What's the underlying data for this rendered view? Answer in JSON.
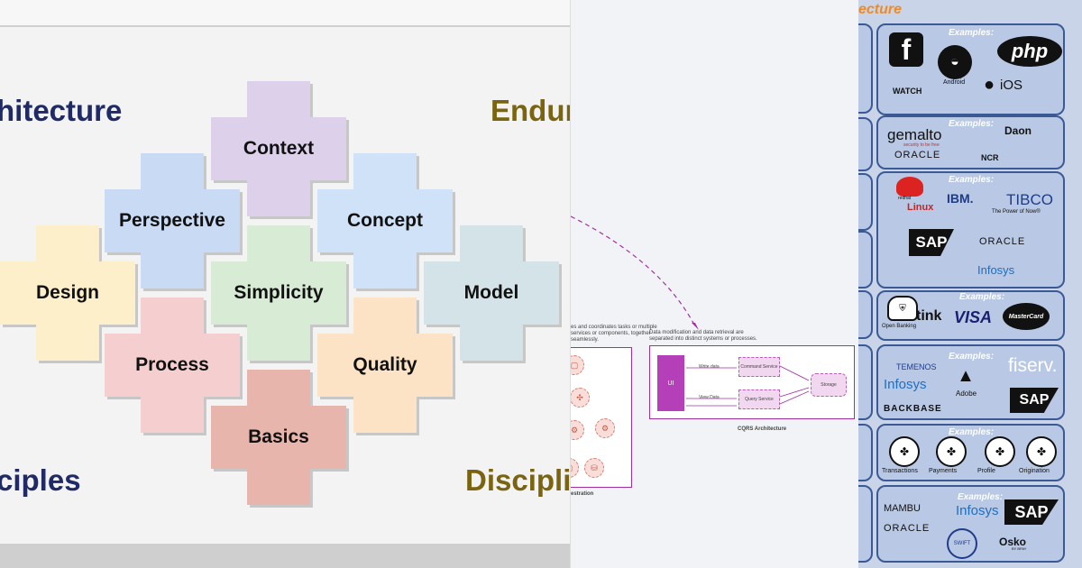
{
  "left": {
    "corner_texts": {
      "top_left": "hitecture",
      "top_right": "Endur",
      "bottom_left": "ciples",
      "bottom_right": "Discipli"
    },
    "crosses": [
      {
        "label": "Context",
        "color": "#ddd0ea"
      },
      {
        "label": "Perspective",
        "color": "#c9daf5"
      },
      {
        "label": "Concept",
        "color": "#cfe2f7"
      },
      {
        "label": "Design",
        "color": "#fcefc9"
      },
      {
        "label": "Simplicity",
        "color": "#d8ecd5"
      },
      {
        "label": "Model",
        "color": "#d4e3e8"
      },
      {
        "label": "Process",
        "color": "#f5cfd0"
      },
      {
        "label": "Quality",
        "color": "#fde3c6"
      },
      {
        "label": "Basics",
        "color": "#e8b5ac"
      }
    ]
  },
  "middle": {
    "orch_desc": "es and coordinates tasks or multiple services or components, together seamlessly.",
    "orch_caption": "estration",
    "cqrs_desc": "Data modification and data retrieval are separated into distinct systems or processes.",
    "ui_label": "UI",
    "write_data": "Write data",
    "view_data": "View Data",
    "command_service": "Command Service",
    "query_service": "Query Service",
    "storage": "Storage",
    "cqrs_caption": "CQRS Architecture"
  },
  "right": {
    "title": "ecture",
    "examples_label": "Examples:",
    "rows": [
      {
        "logos": [
          "f",
          "php",
          "WATCH",
          "Android",
          "iOS"
        ]
      },
      {
        "logos": [
          "gemalto",
          "security to be free",
          "Daon",
          "ORACLE",
          "NCR"
        ]
      },
      {
        "logos": [
          "redhat",
          "Linux",
          "IBM.",
          "TIBCO",
          "The Power of Now®",
          "SAP",
          "ORACLE",
          "Infosys"
        ]
      },
      {
        "logos": [
          "Open Banking",
          "tink",
          "VISA",
          "MasterCard"
        ]
      },
      {
        "logos": [
          "TEMENOS",
          "Infosys",
          "Adobe",
          "fiserv.",
          "SAP",
          "BACKBASE"
        ]
      },
      {
        "logos": [
          "Transactions",
          "Payments",
          "Profile",
          "Origination"
        ]
      },
      {
        "logos": [
          "MAMBU",
          "Infosys",
          "SAP",
          "ORACLE",
          "SWIFT",
          "Osko",
          "BY BPAY"
        ]
      }
    ]
  }
}
